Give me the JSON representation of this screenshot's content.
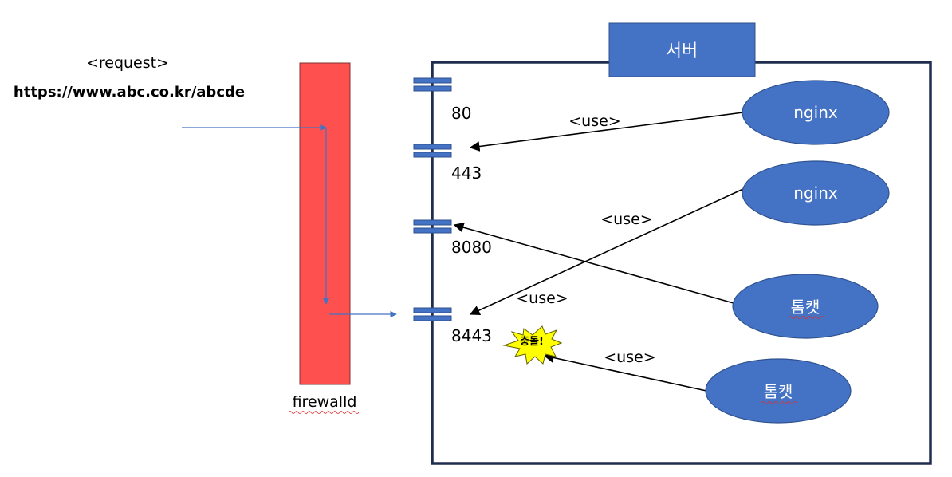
{
  "request": {
    "label": "<request>",
    "url": "https://www.abc.co.kr/abcde"
  },
  "firewall": {
    "label": "firewalld"
  },
  "server": {
    "title": "서버"
  },
  "ports": {
    "p80": "80",
    "p443": "443",
    "p8080": "8080",
    "p8443": "8443"
  },
  "services": {
    "nginx1": "nginx",
    "nginx2": "nginx",
    "tomcat1": "톰캣",
    "tomcat2": "톰캣"
  },
  "edges": {
    "use1": "<use>",
    "use2": "<use>",
    "use3": "<use>",
    "use4": "<use>"
  },
  "conflict": {
    "label": "충돌!"
  },
  "colors": {
    "firewall_fill": "#ff5050",
    "node_fill": "#4472c4",
    "server_border": "#1f2d4e",
    "conflict_fill": "#ffff00",
    "flow_line": "#4472c4"
  }
}
